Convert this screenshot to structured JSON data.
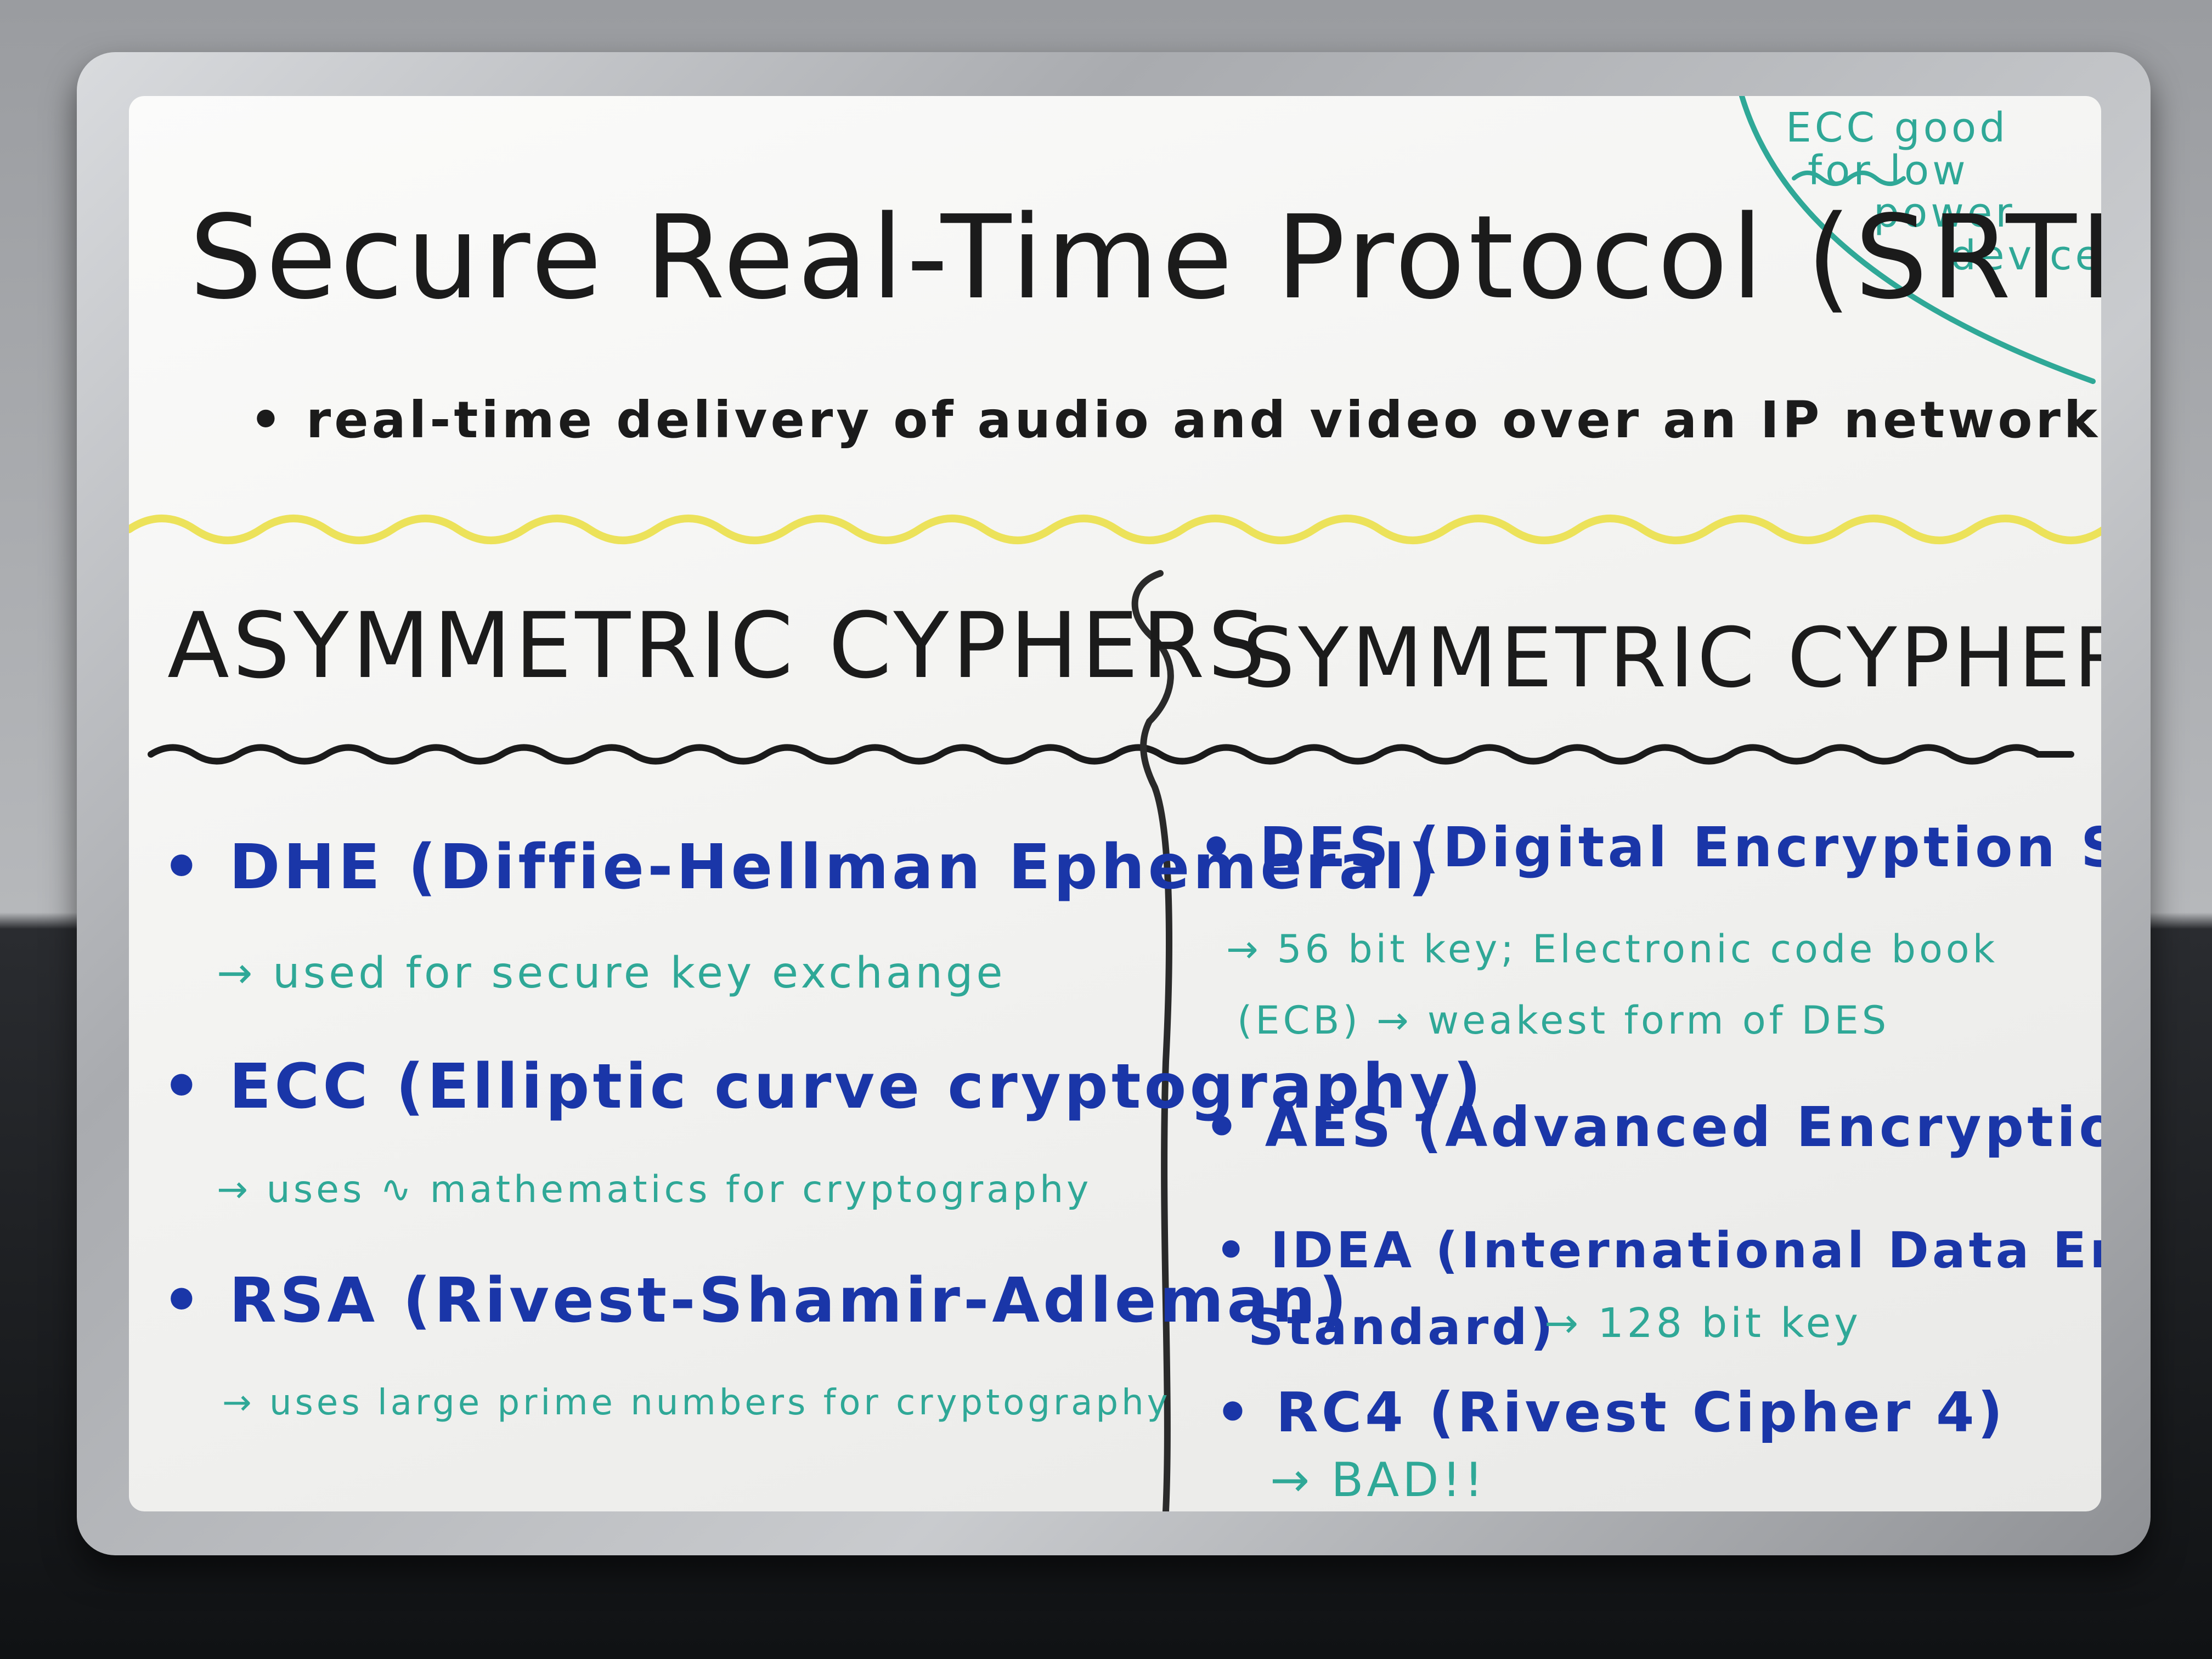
{
  "board": {
    "title": "Secure Real-Time Protocol (SRTP)",
    "subtitle": "• real-time delivery of audio and video over an IP network",
    "side_note": [
      "ECC good",
      "for low",
      "power",
      "devices"
    ],
    "colors": {
      "black": "#1b1b1b",
      "blue": "#1a36a8",
      "teal": "#2fa897",
      "yellow": "#ece25a",
      "board": "#f4f4f2"
    }
  },
  "asymmetric": {
    "heading": "ASYMMETRIC CYPHERS",
    "items": [
      {
        "label": "• DHE (Diffie-Hellman Ephemeral)",
        "note": "→ used for secure key exchange"
      },
      {
        "label": "• ECC (Elliptic curve cryptography)",
        "note": "→ uses ∿ mathematics for cryptography"
      },
      {
        "label": "• RSA (Rivest-Shamir-Adleman)",
        "note": "→ uses large prime numbers for cryptography"
      }
    ]
  },
  "symmetric": {
    "heading": "SYMMETRIC CYPHERS",
    "items": [
      {
        "label": "• DES (Digital Encryption Standard)",
        "note": "→ 56 bit key; Electronic code book",
        "note2": "(ECB) → weakest form of DES"
      },
      {
        "label": "• AES (Advanced Encryption Standard)"
      },
      {
        "label": "• IDEA (International Data Encryption",
        "label2": "Standard)",
        "note": "→ 128 bit key"
      },
      {
        "label": "• RC4 (Rivest Cipher 4)",
        "note": "→ BAD!!"
      }
    ]
  }
}
